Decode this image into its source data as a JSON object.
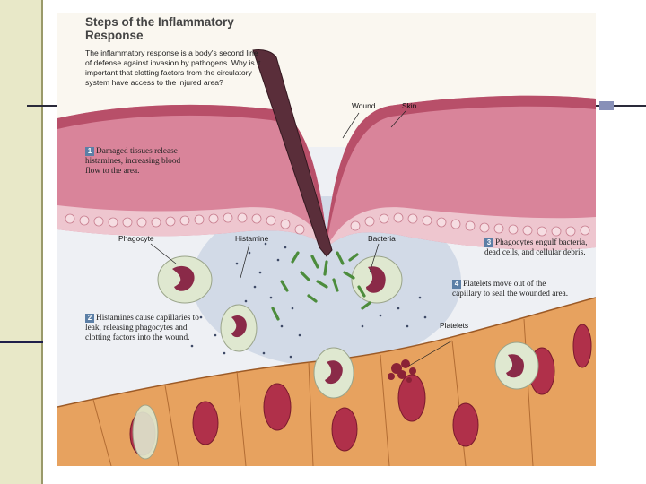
{
  "title": "Steps of the Inflammatory Response",
  "intro": "The inflammatory response is a body's second line of defense against invasion by pathogens. Why is it important that clotting factors from the circulatory system have access to the injured area?",
  "labels": {
    "wound": "Wound",
    "skin": "Skin",
    "phagocyte": "Phagocyte",
    "histamine": "Histamine",
    "bacteria": "Bacteria",
    "platelets": "Platelets"
  },
  "steps": [
    {
      "number": "1",
      "text": "Damaged tissues release histamines, increasing blood flow to the area."
    },
    {
      "number": "2",
      "text": "Histamines cause capillaries to leak, releasing phagocytes and clotting factors into the wound."
    },
    {
      "number": "3",
      "text": "Phagocytes engulf bacteria, dead cells, and cellular debris."
    },
    {
      "number": "4",
      "text": "Platelets move out of the capillary to seal the wounded area."
    }
  ],
  "colors": {
    "skin": "#d9849a",
    "tissue": "#c8d3e3",
    "capillary": "#e7a25f",
    "red_cell": "#b0304a",
    "step_badge": "#5c7fa6",
    "side_band": "#e8e8c8"
  }
}
